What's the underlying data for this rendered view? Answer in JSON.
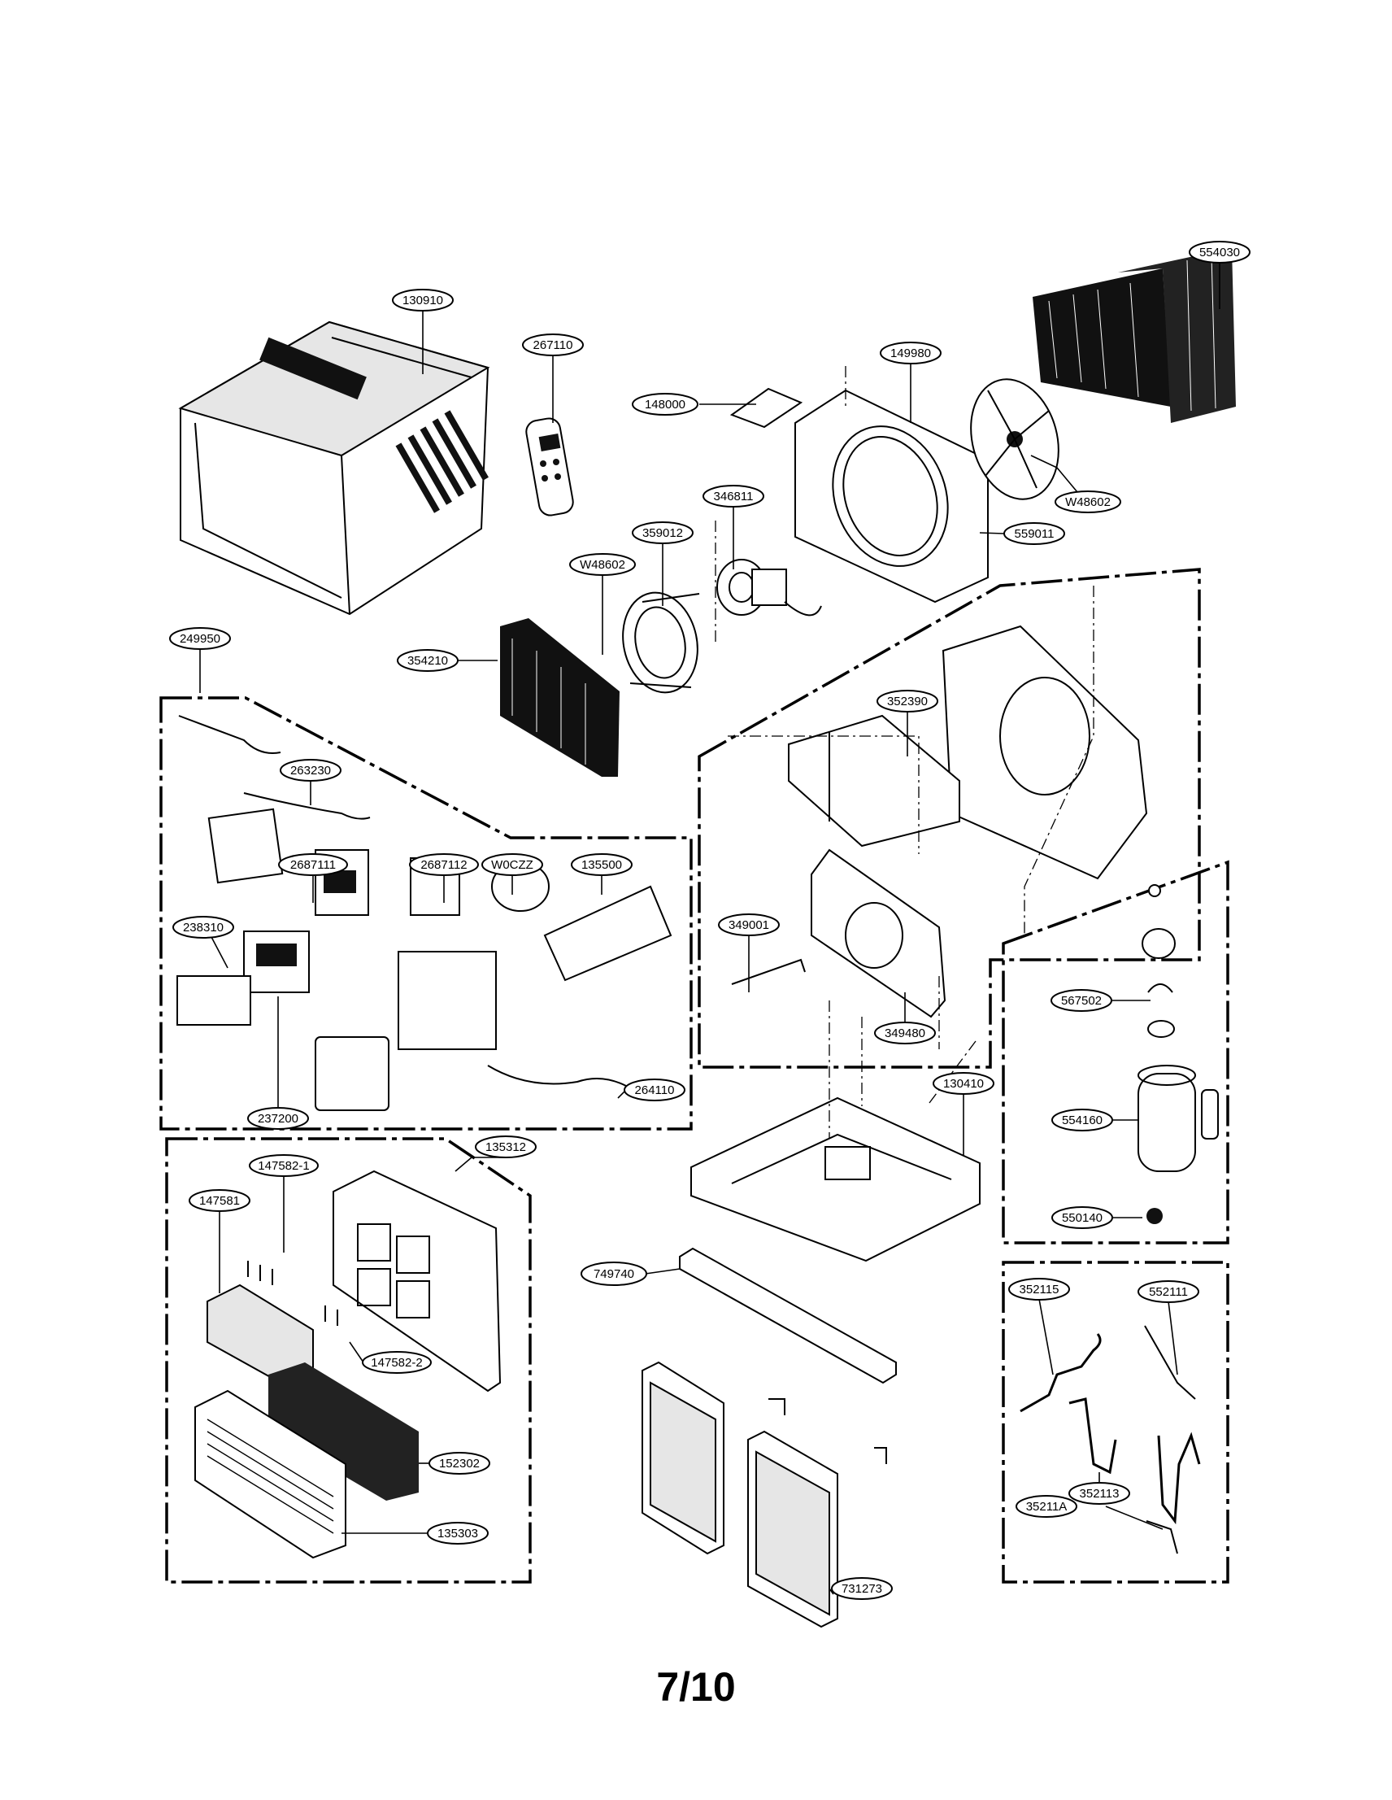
{
  "page_number": "7/10",
  "part_labels": [
    "130910",
    "267110",
    "148000",
    "149980",
    "554030",
    "W48602",
    "559011",
    "346811",
    "359012",
    "W48602",
    "354210",
    "249950",
    "263230",
    "352390",
    "2687111",
    "2687112",
    "W0CZZ",
    "135500",
    "238310",
    "349001",
    "567502",
    "349480",
    "237200",
    "264110",
    "130410",
    "554160",
    "135312",
    "147582-1",
    "147581",
    "550140",
    "749740",
    "147582-2",
    "352115",
    "552111",
    "152302",
    "352113",
    "35211A",
    "135303",
    "731273"
  ]
}
